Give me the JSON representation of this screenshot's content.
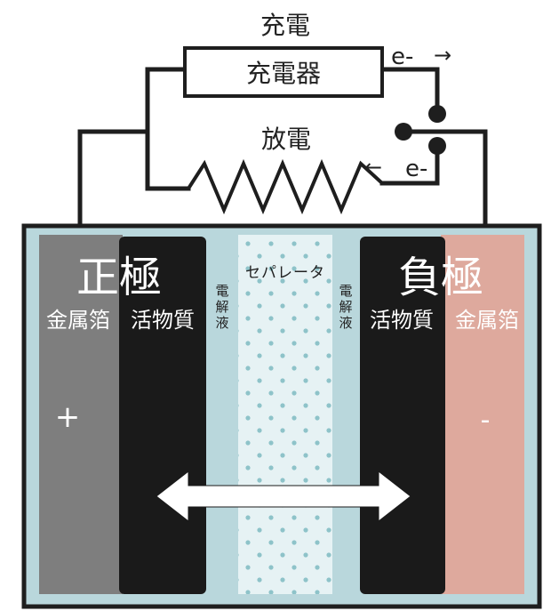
{
  "circuit": {
    "charge_label": "充電",
    "charger_label": "充電器",
    "discharge_label": "放電",
    "electron_top": "e-",
    "arrow_right": "→",
    "arrow_left": "←",
    "electron_bottom": "e-"
  },
  "cell": {
    "positive": {
      "title": "正極",
      "foil": "金属箔",
      "active": "活物質",
      "sign": "+"
    },
    "negative": {
      "title": "負極",
      "foil": "金属箔",
      "active": "活物質",
      "sign": "-"
    },
    "electrolyte_left": [
      "電",
      "解",
      "液"
    ],
    "electrolyte_right": [
      "電",
      "解",
      "液"
    ],
    "separator": [
      "セ",
      "パ",
      "レ",
      "ー",
      "タ"
    ]
  },
  "colors": {
    "positive_foil": "#7e7e7e",
    "negative_foil": "#dea99d",
    "active_material": "#1a1a1a",
    "electrolyte": "#b9d7dc",
    "separator": "#e6f2f4",
    "separator_dots": "#8ec3c9",
    "wire": "#1e1e1e",
    "ion_arrow": "#ffffff"
  }
}
